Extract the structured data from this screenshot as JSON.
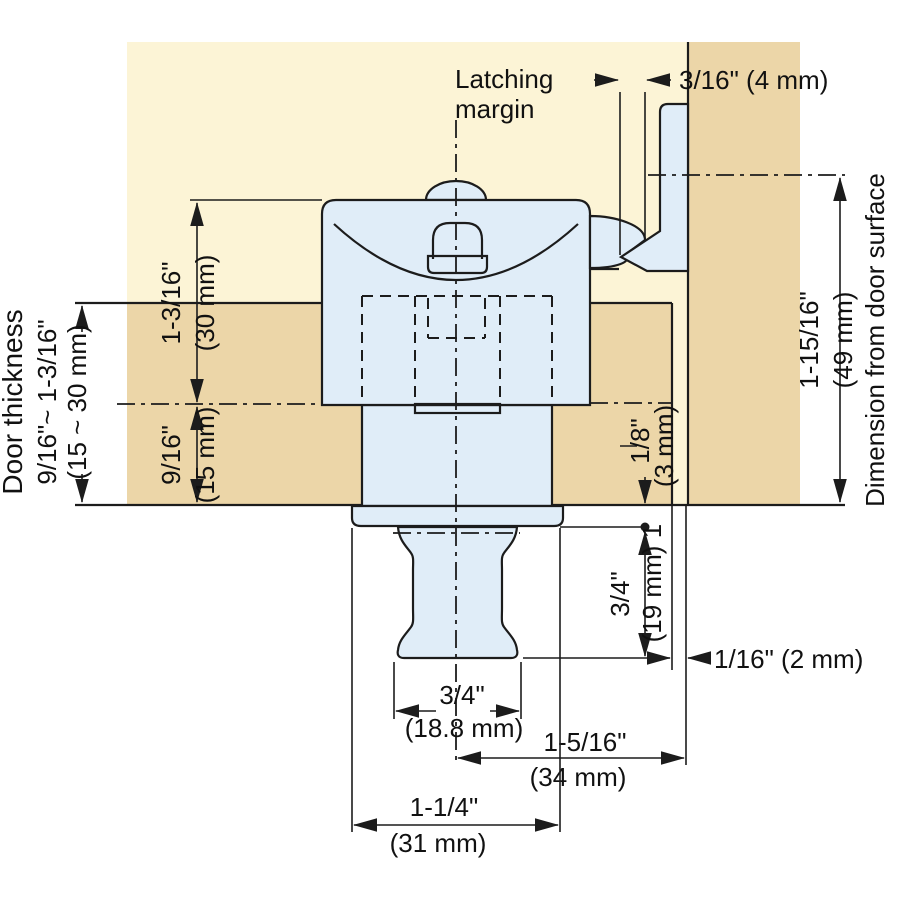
{
  "diagram_title": "cabinet-latch-installation-cross-section",
  "colors": {
    "background": "#ffffff",
    "cabinet_fill": "#fcf4d6",
    "wood_fill": "#ecd6a8",
    "hardware_fill": "#e0edf8",
    "line": "#1c1c1c"
  },
  "labels": {
    "latching_line1": "Latching",
    "latching_line2": "margin",
    "door_thickness": "Door thickness",
    "dim_from_surface": "Dimension from door surface",
    "ref_marker": "1"
  },
  "dimensions": {
    "latching_margin": {
      "combined": "3/16\" (4 mm)"
    },
    "side_gap": {
      "combined": "1/16\" (2 mm)"
    },
    "latch_height": {
      "inch": "1-3/16\"",
      "mm": "(30 mm)"
    },
    "recess_depth": {
      "inch": "9/16\"",
      "mm": "(15 mm)"
    },
    "door_thickness_range": {
      "inch": "9/16\"~ 1-3/16\"",
      "mm": "(15 ~ 30 mm)"
    },
    "surface_to_top": {
      "inch": "1-15/16\"",
      "mm": "(49 mm)"
    },
    "flange_clearance": {
      "inch": "1/8\"",
      "mm": "(3 mm)"
    },
    "knob_projection": {
      "inch": "3/4\"",
      "mm": "(19 mm)"
    },
    "knob_diameter": {
      "inch": "3/4\"",
      "mm": "(18.8 mm)"
    },
    "center_to_side": {
      "inch": "1-5/16\"",
      "mm": "(34 mm)"
    },
    "base_width": {
      "inch": "1-1/4\"",
      "mm": "(31 mm)"
    }
  }
}
